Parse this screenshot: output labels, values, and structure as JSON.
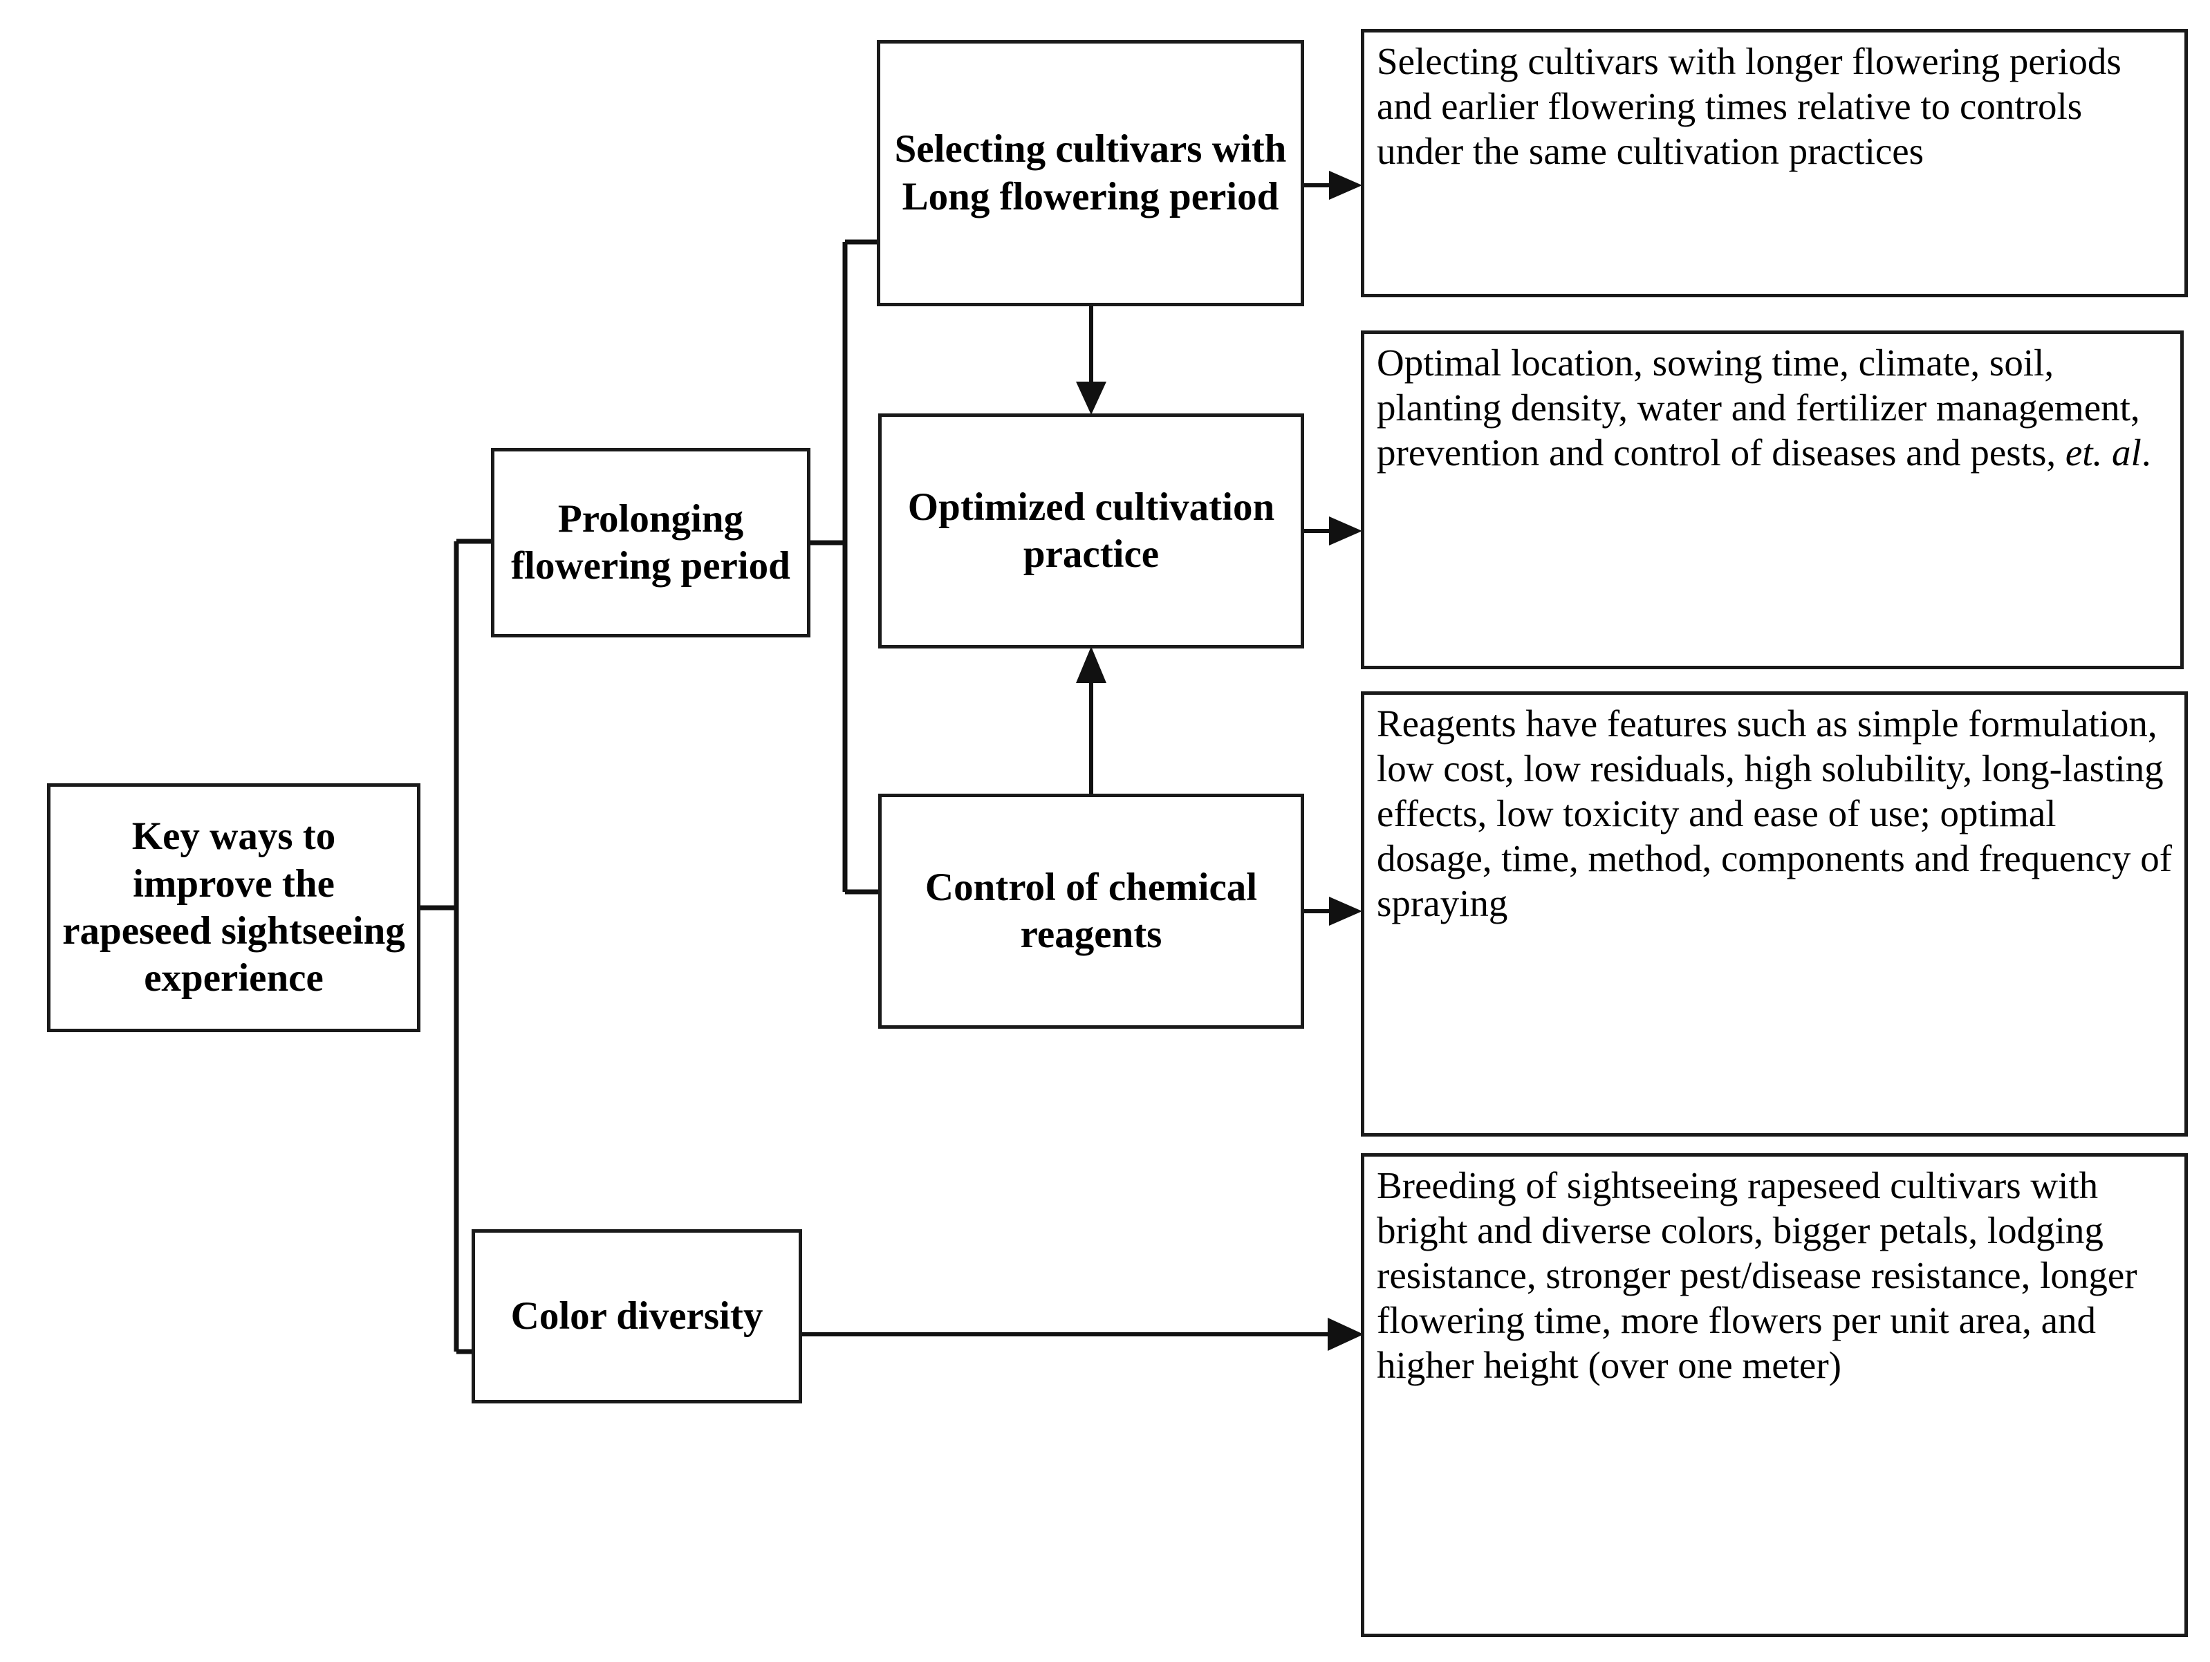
{
  "diagram": {
    "type": "hierarchical-flowchart",
    "title": "Key ways to improve the rapeseed sightseeing experience",
    "root": {
      "id": "root",
      "label": "Key ways to improve the rapeseed sightseeing experience"
    },
    "branches": [
      {
        "id": "prolonging-flowering-period",
        "label": "Prolonging flowering period",
        "children": [
          "selecting-cultivars",
          "optimized-cultivation-practice",
          "control-of-chemical-reagents"
        ]
      },
      {
        "id": "color-diversity",
        "label": "Color diversity",
        "children": [
          "breeding-description"
        ]
      }
    ],
    "methods": [
      {
        "id": "selecting-cultivars",
        "label": "Selecting cultivars with Long flowering period"
      },
      {
        "id": "optimized-cultivation-practice",
        "label": "Optimized cultivation practice"
      },
      {
        "id": "control-of-chemical-reagents",
        "label": "Control of chemical reagents"
      }
    ],
    "descriptions": [
      {
        "id": "selecting-cultivars-description",
        "for": "selecting-cultivars",
        "text": "Selecting cultivars with longer flowering periods and earlier flowering times relative to controls under the same cultivation practices"
      },
      {
        "id": "cultivation-practice-description",
        "for": "optimized-cultivation-practice",
        "text_before_italic": "Optimal location, sowing time, climate, soil, planting density, water and fertilizer management, prevention and control of diseases and pests, ",
        "italic_text": "et. al",
        "text_after_italic": "."
      },
      {
        "id": "chemical-reagents-description",
        "for": "control-of-chemical-reagents",
        "text": "Reagents have features such as simple formulation, low cost, low residuals, high solubility, long-lasting effects, low toxicity and ease of use; optimal dosage, time, method, components and frequency of spraying"
      },
      {
        "id": "breeding-description",
        "for": "color-diversity",
        "text": "Breeding of sightseeing rapeseed cultivars with bright and diverse colors, bigger petals, lodging resistance, stronger pest/disease resistance, longer flowering time, more flowers per unit area, and higher height (over one meter)"
      }
    ],
    "connectors": [
      {
        "id": "root-bracket",
        "kind": "bracket",
        "from": "root",
        "to": [
          "prolonging-flowering-period",
          "color-diversity"
        ]
      },
      {
        "id": "prolonging-bracket",
        "kind": "bracket",
        "from": "prolonging-flowering-period",
        "to": [
          "selecting-cultivars",
          "control-of-chemical-reagents"
        ]
      },
      {
        "id": "selecting-to-cultivation-arrow",
        "kind": "arrow",
        "direction": "down",
        "from": "selecting-cultivars",
        "to": "optimized-cultivation-practice"
      },
      {
        "id": "reagents-to-cultivation-arrow",
        "kind": "arrow",
        "direction": "up",
        "from": "control-of-chemical-reagents",
        "to": "optimized-cultivation-practice"
      },
      {
        "id": "selecting-to-description-arrow",
        "kind": "arrow",
        "direction": "right",
        "from": "selecting-cultivars",
        "to": "selecting-cultivars-description"
      },
      {
        "id": "cultivation-to-description-arrow",
        "kind": "arrow",
        "direction": "right",
        "from": "optimized-cultivation-practice",
        "to": "cultivation-practice-description"
      },
      {
        "id": "reagents-to-description-arrow",
        "kind": "arrow",
        "direction": "right",
        "from": "control-of-chemical-reagents",
        "to": "chemical-reagents-description"
      },
      {
        "id": "color-to-description-arrow",
        "kind": "arrow",
        "direction": "right",
        "from": "color-diversity",
        "to": "breeding-description"
      }
    ],
    "colors": {
      "border": "#1a1a1a",
      "line": "#111111",
      "background": "#ffffff",
      "text": "#000000"
    }
  }
}
